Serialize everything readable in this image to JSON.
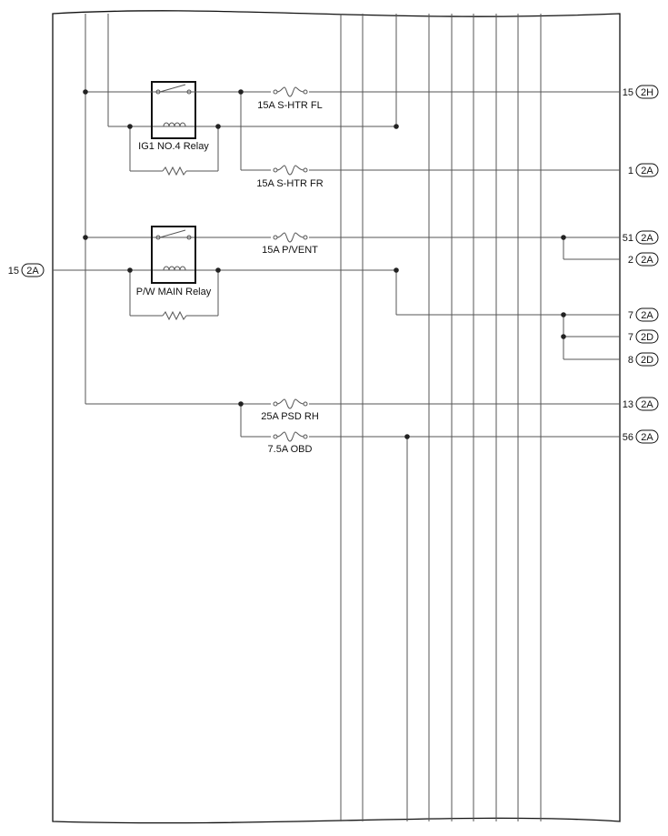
{
  "relays": [
    {
      "label": "IG1 NO.4 Relay"
    },
    {
      "label": "P/W MAIN Relay"
    }
  ],
  "fuses": [
    {
      "label": "15A S-HTR FL"
    },
    {
      "label": "15A S-HTR FR"
    },
    {
      "label": "15A P/VENT"
    },
    {
      "label": "25A PSD RH"
    },
    {
      "label": "7.5A OBD"
    }
  ],
  "input_terminal": {
    "pin": "15",
    "connector": "2A"
  },
  "output_terminals": [
    {
      "pin": "15",
      "connector": "2H"
    },
    {
      "pin": "1",
      "connector": "2A"
    },
    {
      "pin": "51",
      "connector": "2A"
    },
    {
      "pin": "2",
      "connector": "2A"
    },
    {
      "pin": "7",
      "connector": "2A"
    },
    {
      "pin": "7",
      "connector": "2D"
    },
    {
      "pin": "8",
      "connector": "2D"
    },
    {
      "pin": "13",
      "connector": "2A"
    },
    {
      "pin": "56",
      "connector": "2A"
    }
  ]
}
